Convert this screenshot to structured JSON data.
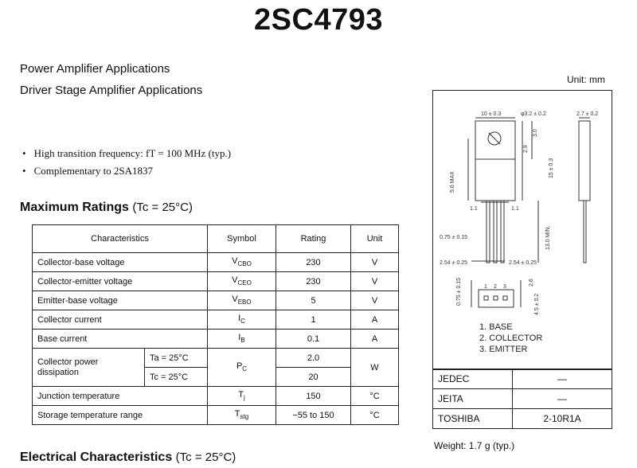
{
  "title": "2SC4793",
  "applications": [
    "Power Amplifier Applications",
    "Driver Stage Amplifier Applications"
  ],
  "features": [
    "High transition frequency: fT = 100 MHz (typ.)",
    "Complementary to 2SA1837"
  ],
  "max_ratings": {
    "heading": "Maximum Ratings",
    "condition": "(Tc = 25°C)",
    "headers": [
      "Characteristics",
      "Symbol",
      "Rating",
      "Unit"
    ],
    "rows": [
      {
        "name": "Collector-base voltage",
        "sym": "V",
        "sub": "CBO",
        "rating": "230",
        "unit": "V"
      },
      {
        "name": "Collector-emitter voltage",
        "sym": "V",
        "sub": "CEO",
        "rating": "230",
        "unit": "V"
      },
      {
        "name": "Emitter-base voltage",
        "sym": "V",
        "sub": "EBO",
        "rating": "5",
        "unit": "V"
      },
      {
        "name": "Collector current",
        "sym": "I",
        "sub": "C",
        "rating": "1",
        "unit": "A"
      },
      {
        "name": "Base current",
        "sym": "I",
        "sub": "B",
        "rating": "0.1",
        "unit": "A"
      }
    ],
    "power": {
      "name": "Collector power dissipation",
      "cond1": "Ta = 25°C",
      "cond2": "Tc = 25°C",
      "sym": "P",
      "sub": "C",
      "rating1": "2.0",
      "rating2": "20",
      "unit": "W"
    },
    "rows2": [
      {
        "name": "Junction temperature",
        "sym": "T",
        "sub": "j",
        "rating": "150",
        "unit": "°C"
      },
      {
        "name": "Storage temperature range",
        "sym": "T",
        "sub": "stg",
        "rating": "−55 to 150",
        "unit": "°C"
      }
    ]
  },
  "elec_char": {
    "heading": "Electrical Characteristics",
    "condition": "(Tc = 25°C)"
  },
  "package": {
    "unit_label": "Unit: mm",
    "dims": [
      "10 ± 0.3",
      "φ3.2 ± 0.2",
      "2.7 ± 0.2",
      "2.9",
      "3.0",
      "15 ± 0.3",
      "5.6 MAX",
      "1.1",
      "1.1",
      "13.0 MIN.",
      "0.75 ± 0.15",
      "2.54 ± 0.25",
      "2.54 ± 0.25",
      "2.6",
      "0.75 ± 0.15",
      "4.5 ± 0.2",
      "1",
      "2",
      "3"
    ],
    "pins": [
      "1.  BASE",
      "2.  COLLECTOR",
      "3.  EMITTER"
    ],
    "standards": [
      {
        "name": "JEDEC",
        "value": "—"
      },
      {
        "name": "JEITA",
        "value": "—"
      },
      {
        "name": "TOSHIBA",
        "value": "2-10R1A"
      }
    ],
    "weight": "Weight: 1.7 g (typ.)"
  }
}
